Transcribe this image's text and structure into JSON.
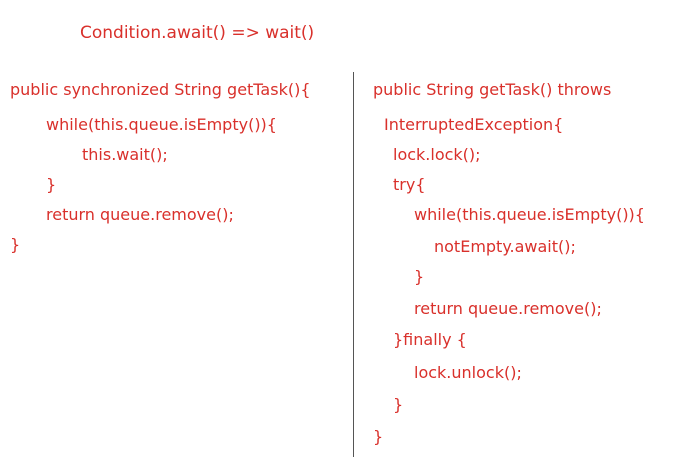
{
  "heading": "Condition.await() => wait()",
  "left_code": [
    "public synchronized String getTask(){",
    "while(this.queue.isEmpty()){",
    "this.wait();",
    "}",
    "return queue.remove();",
    "}"
  ],
  "right_code": [
    "public String getTask() throws",
    "InterruptedException{",
    "lock.lock();",
    "try{",
    "while(this.queue.isEmpty()){",
    "notEmpty.await();",
    "}",
    "return queue.remove();",
    "}finally {",
    "lock.unlock();",
    "}",
    "}"
  ],
  "colors": {
    "text": "#d9302b",
    "divider": "#555555"
  }
}
